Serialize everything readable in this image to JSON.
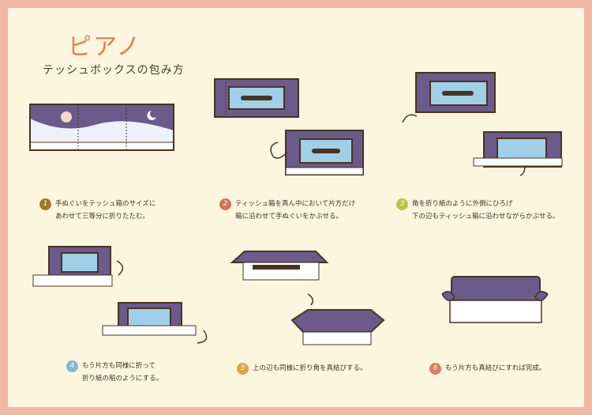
{
  "title": "ピアノ",
  "subtitle": "テッシュボックスの包み方",
  "colors": {
    "background": "#fdf6df",
    "border": "#f3b9a5",
    "title": "#e87a58",
    "cloth_purple": "#6b5a8a",
    "box_blue": "#9fd0e8",
    "outline": "#4a3322"
  },
  "steps": [
    {
      "number": "1",
      "color": "#a07a2a",
      "line1": "手ぬぐいをテッシュ箱のサイズに",
      "line2": "あわせて三等分に折りたたむ。"
    },
    {
      "number": "2",
      "color": "#d9705a",
      "line1": "ティッシュ箱を真ん中において片方だけ",
      "line2": "箱に沿わせて手ぬぐいをかぶせる。"
    },
    {
      "number": "3",
      "color": "#b6c640",
      "line1": "角を折り紙のように外側にひろげ",
      "line2": "下の辺もティッシュ箱に沿わせながらかぶせる。"
    },
    {
      "number": "4",
      "color": "#7fb8d6",
      "line1": "もう片方も同様に折って",
      "line2": "折り紙の船のようにする。"
    },
    {
      "number": "5",
      "color": "#e0a23a",
      "line1": "上の辺も同様に折り角を真結びする。",
      "line2": ""
    },
    {
      "number": "6",
      "color": "#e27a60",
      "line1": "もう片方も真結びにすれば完成。",
      "line2": ""
    }
  ]
}
